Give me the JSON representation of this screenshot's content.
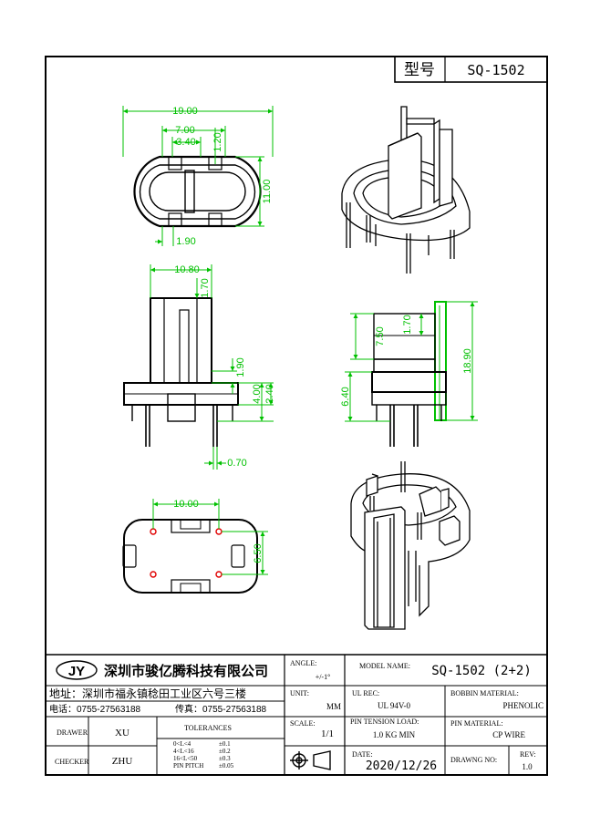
{
  "header": {
    "model_label": "型号",
    "model_value": "SQ-1502"
  },
  "dimensions": {
    "top_width": "19.00",
    "top_inner": "7.00",
    "top_slot": "3.40",
    "top_notch": "1.20",
    "top_height": "11.00",
    "top_bottom": "1.90",
    "front_width": "10.80",
    "front_top": "1.70",
    "front_190": "1.90",
    "front_400": "4.00",
    "front_240": "2.40",
    "front_pin": "0.70",
    "side_750": "7.50",
    "side_170": "1.70",
    "side_1890": "18.90",
    "side_640": "6.40",
    "bottom_width": "10.00",
    "bottom_height": "6.50"
  },
  "title_block": {
    "logo": "JY",
    "company": "深圳市骏亿腾科技有限公司",
    "address": "地址：深圳市福永镇稔田工业区六号三楼",
    "phone": "电话：0755-27563188",
    "fax": "传真：0755-27563188",
    "angle_label": "ANGLE:",
    "angle_value": "+/-1°",
    "model_name_label": "MODEL NAME:",
    "model_name_value": "SQ-1502 (2+2)",
    "unit_label": "UNIT:",
    "unit_value": "MM",
    "ul_label": "UL REC:",
    "ul_value": "UL 94V-0",
    "bobbin_label": "BOBBIN MATERIAL:",
    "bobbin_value": "PHENOLIC",
    "drawer_label": "DRAWER",
    "drawer_value": "XU",
    "tol_label": "TOLERANCES",
    "tol_rows": [
      {
        "range": "0<L<4",
        "value": "±0.1"
      },
      {
        "range": "4<L<16",
        "value": "±0.2"
      },
      {
        "range": "16<L<50",
        "value": "±0.3"
      },
      {
        "range": "PIN PITCH",
        "value": "±0.05"
      }
    ],
    "scale_label": "SCALE:",
    "scale_value": "1/1",
    "pin_tension_label": "PIN TENSION LOAD:",
    "pin_tension_value": "1.0 KG MIN",
    "pin_material_label": "PIN MATERIAL:",
    "pin_material_value": "CP WIRE",
    "checker_label": "CHECKER",
    "checker_value": "ZHU",
    "date_label": "DATE:",
    "date_value": "2020/12/26",
    "drawing_no_label": "DRAWNG NO:",
    "rev_label": "REV:",
    "rev_value": "1.0"
  },
  "colors": {
    "dimension": "#00c000",
    "hole": "#e00000",
    "outline": "#000000"
  }
}
